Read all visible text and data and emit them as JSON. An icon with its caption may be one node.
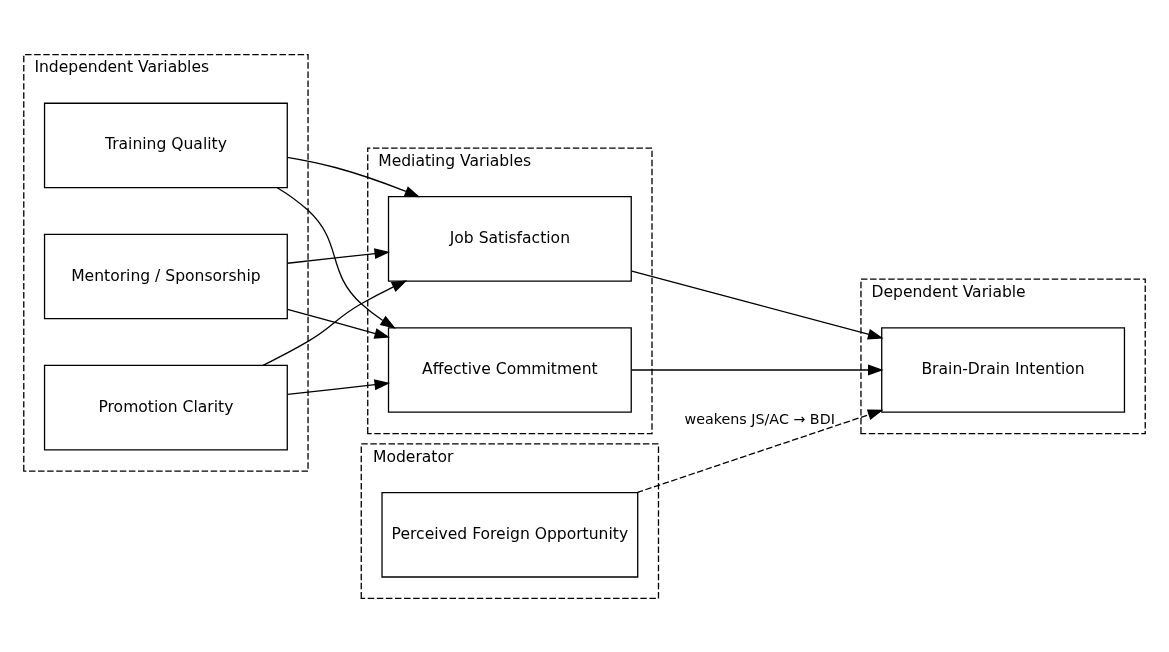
{
  "diagram": {
    "nodes": [
      {
        "text": [
          "Independent Variables"
        ]
      },
      {
        "text": [
          "Training Quality"
        ],
        "in": 0
      },
      {
        "text": [
          "Mentoring / Sponsorship"
        ],
        "in": 0
      },
      {
        "text": [
          "Promotion Clarity"
        ],
        "in": 0
      },
      {
        "text": [
          "Moderator"
        ]
      },
      {
        "text": [
          "Perceived Foreign Opportunity"
        ],
        "in": 4
      },
      {
        "text": [
          "Mediating Variables"
        ]
      },
      {
        "text": [
          "Job Satisfaction"
        ],
        "in": 6
      },
      {
        "text": [
          "Affective Commitment"
        ],
        "in": 6
      },
      {
        "text": [
          "Dependent Variable"
        ]
      },
      {
        "text": [
          "Brain-Drain Intention"
        ],
        "in": 9
      }
    ],
    "edges": [
      {
        "from": 1,
        "to": 7,
        "arrow": "to"
      },
      {
        "from": 1,
        "to": 8,
        "arrow": "to"
      },
      {
        "from": 2,
        "to": 7,
        "arrow": "to"
      },
      {
        "from": 2,
        "to": 8,
        "arrow": "to"
      },
      {
        "from": 3,
        "to": 7,
        "arrow": "to"
      },
      {
        "from": 3,
        "to": 8,
        "arrow": "to"
      },
      {
        "from": 7,
        "to": 10,
        "arrow": "to"
      },
      {
        "from": 8,
        "to": 10,
        "arrow": "to"
      },
      {
        "from": 5,
        "to": 10,
        "arrow": "to",
        "style": "dashed",
        "label": "weakens JS/AC → BDI"
      }
    ]
  }
}
